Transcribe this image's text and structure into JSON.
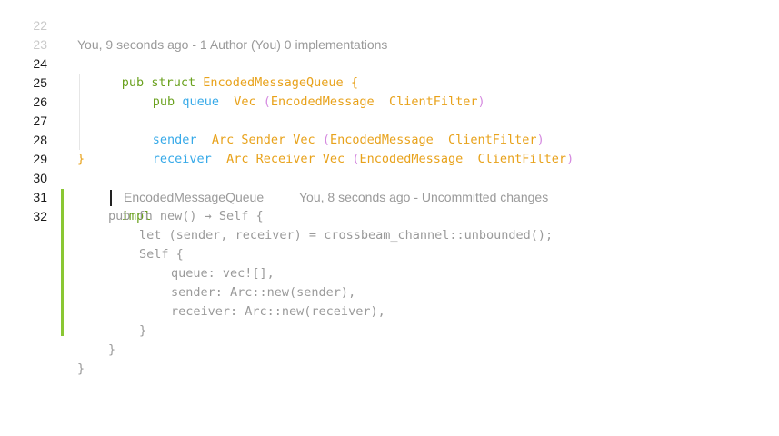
{
  "editor": {
    "line_numbers": [
      "22",
      "23",
      "24",
      "25",
      "26",
      "27",
      "28",
      "29",
      "30",
      "31",
      "32"
    ],
    "blame_struct": "You, 9 seconds ago - 1 Author (You) 0 implementations",
    "struct": {
      "pub": "pub",
      "struct_kw": "struct",
      "name": "EncodedMessageQueue",
      "open_brace": "{",
      "close_brace": "}"
    },
    "field_queue": {
      "pub": "pub",
      "name": "queue",
      "type": "Vec",
      "open": "(",
      "t1": "EncodedMessage",
      "t2": "ClientFilter",
      "close": ")"
    },
    "field_sender": {
      "name": "sender",
      "arc": "Arc",
      "inner": "Sender",
      "vec": "Vec",
      "open": "(",
      "t1": "EncodedMessage",
      "t2": "ClientFilter",
      "close": ")"
    },
    "field_receiver": {
      "name": "receiver",
      "arc": "Arc",
      "inner": "Receiver",
      "vec": "Vec",
      "open": "(",
      "t1": "EncodedMessage",
      "t2": "ClientFilter",
      "close": ")"
    },
    "impl_line": {
      "keyword": "impl",
      "type_hint": "EncodedMessageQueue",
      "blame": "You, 8 seconds ago - Uncommitted changes"
    },
    "suggestion_lines": [
      "pub fn new() → Self {",
      "let (sender, receiver) = crossbeam_channel::unbounded();",
      "Self {",
      "queue: vec![],",
      "sender: Arc::new(sender),",
      "receiver: Arc::new(receiver),",
      "}",
      "}",
      "}"
    ]
  }
}
